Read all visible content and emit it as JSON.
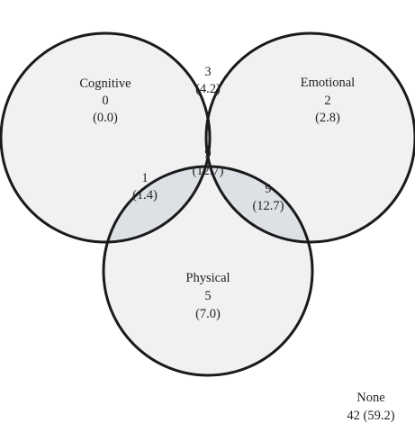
{
  "colors": {
    "background": "#ffffff",
    "circle_fill": "#f0f1f3",
    "pair_overlap_fill": "#dde0e5",
    "triple_overlap_fill": "#cdd1d8",
    "outline": "#1a1a1a"
  },
  "regions": {
    "cognitive": {
      "name": "Cognitive",
      "count": "0",
      "pct": "(0.0)"
    },
    "emotional": {
      "name": "Emotional",
      "count": "2",
      "pct": "(2.8)"
    },
    "physical": {
      "name": "Physical",
      "count": "5",
      "pct": "(7.0)"
    },
    "cog_emo": {
      "count": "3",
      "pct": "(4.2)"
    },
    "cog_phy": {
      "count": "1",
      "pct": "(1.4)"
    },
    "emo_phy": {
      "count": "9",
      "pct": "(12.7)"
    },
    "all_three": {
      "count": "9",
      "pct": "(12.7)"
    },
    "none": {
      "name": "None",
      "value": "42 (59.2)"
    }
  }
}
